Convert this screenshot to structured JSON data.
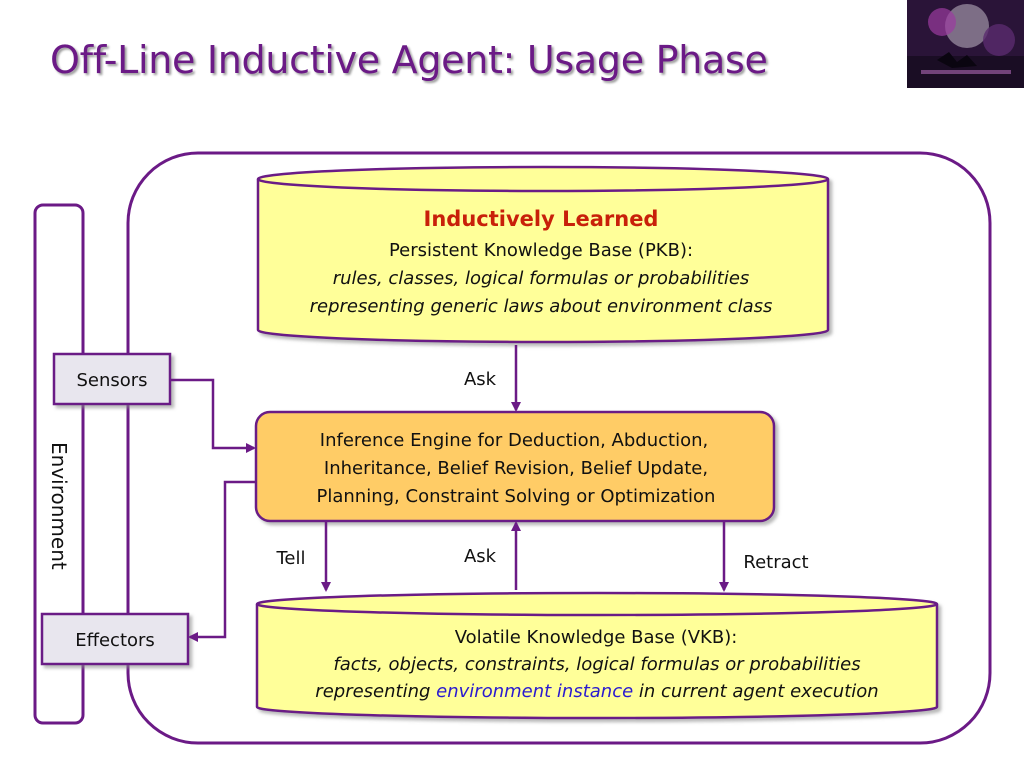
{
  "title": "Off-Line Inductive Agent: Usage Phase",
  "colors": {
    "title": "#6b1a86",
    "frame": "#6b1a86",
    "pkb_fill": "#ffff99",
    "engine_fill": "#ffcc66",
    "vkb_fill": "#ffff99",
    "box_fill": "#e8e6ee",
    "heading": "#c8200a",
    "highlight": "#2a1ad0"
  },
  "environment": {
    "label": "Environment"
  },
  "sensors": {
    "label": "Sensors"
  },
  "effectors": {
    "label": "Effectors"
  },
  "pkb": {
    "heading": "Inductively Learned",
    "line1": "Persistent Knowledge Base (PKB):",
    "line2": "rules, classes, logical formulas or probabilities",
    "line3": "representing generic laws about environment class"
  },
  "engine": {
    "line1": "Inference Engine for Deduction, Abduction,",
    "line2": "Inheritance, Belief Revision, Belief Update,",
    "line3": "Planning, Constraint Solving or Optimization"
  },
  "vkb": {
    "line1": "Volatile Knowledge Base (VKB):",
    "line2": "facts, objects, constraints, logical formulas or probabilities",
    "line3_prefix": "representing ",
    "line3_highlight": "environment instance",
    "line3_suffix": " in current agent execution"
  },
  "arrows": {
    "ask_top": "Ask",
    "tell": "Tell",
    "ask_bottom": "Ask",
    "retract": "Retract"
  }
}
